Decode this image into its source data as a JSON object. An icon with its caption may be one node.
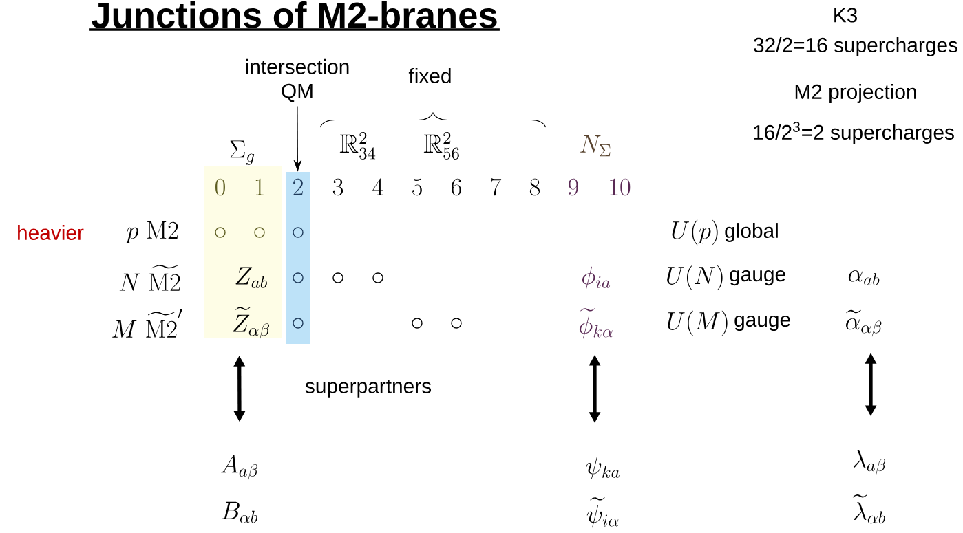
{
  "diagram": {
    "title": "Junctions of M2-branes",
    "nodes": [
      {
        "text": [
          "intersection QM"
        ]
      },
      {
        "text": [
          "2"
        ]
      },
      {
        "text": [
          "0",
          "1"
        ]
      },
      {
        "text": [
          "Z_{ab}"
        ],
        "in": 2
      },
      {
        "text": [
          "\\widetilde{Z}_{\\alpha\\beta}"
        ],
        "in": 2
      },
      {
        "text": [
          "A_{a\\beta}"
        ]
      },
      {
        "text": [
          "B_{\\alpha b}"
        ]
      },
      {
        "text": [
          "\\phi_{ia}"
        ]
      },
      {
        "text": [
          "\\widetilde{\\phi}_{k\\alpha}"
        ]
      },
      {
        "text": [
          "\\psi_{ka}"
        ]
      },
      {
        "text": [
          "\\widetilde{\\psi}_{i\\alpha}"
        ]
      },
      {
        "text": [
          "\\alpha_{ab}"
        ]
      },
      {
        "text": [
          "\\widetilde{\\alpha}_{\\alpha\\beta}"
        ]
      },
      {
        "text": [
          "\\lambda_{a\\beta}"
        ]
      },
      {
        "text": [
          "\\widetilde{\\lambda}_{\\alpha b}"
        ]
      }
    ],
    "edges": [
      {
        "from": 0,
        "to": 1,
        "arrow": "to"
      },
      {
        "from": 4,
        "to": 5,
        "arrow": "both"
      },
      {
        "from": 8,
        "to": 9,
        "arrow": "both"
      },
      {
        "from": 12,
        "to": 13,
        "arrow": "both"
      }
    ],
    "labels": [
      "K3",
      "32/2=16 supercharges",
      "fixed",
      "M2 projection",
      "\\Sigma_g",
      "\\mathbb{R}^2_{34}",
      "\\mathbb{R}^2_{56}",
      "N_\\Sigma",
      "16/2$^{3}$=2 supercharges",
      "3",
      "4",
      "5",
      "6",
      "7",
      "8",
      "9",
      "10",
      "heavier",
      "p\\ \\mathrm{M2}",
      "U(p)",
      "global",
      "N\\ \\widetilde{\\mathrm{M2}}",
      "U(N)",
      "gauge",
      "M\\ \\widetilde{\\mathrm{M2}}'",
      "U(M)",
      "gauge",
      "superpartners"
    ]
  }
}
